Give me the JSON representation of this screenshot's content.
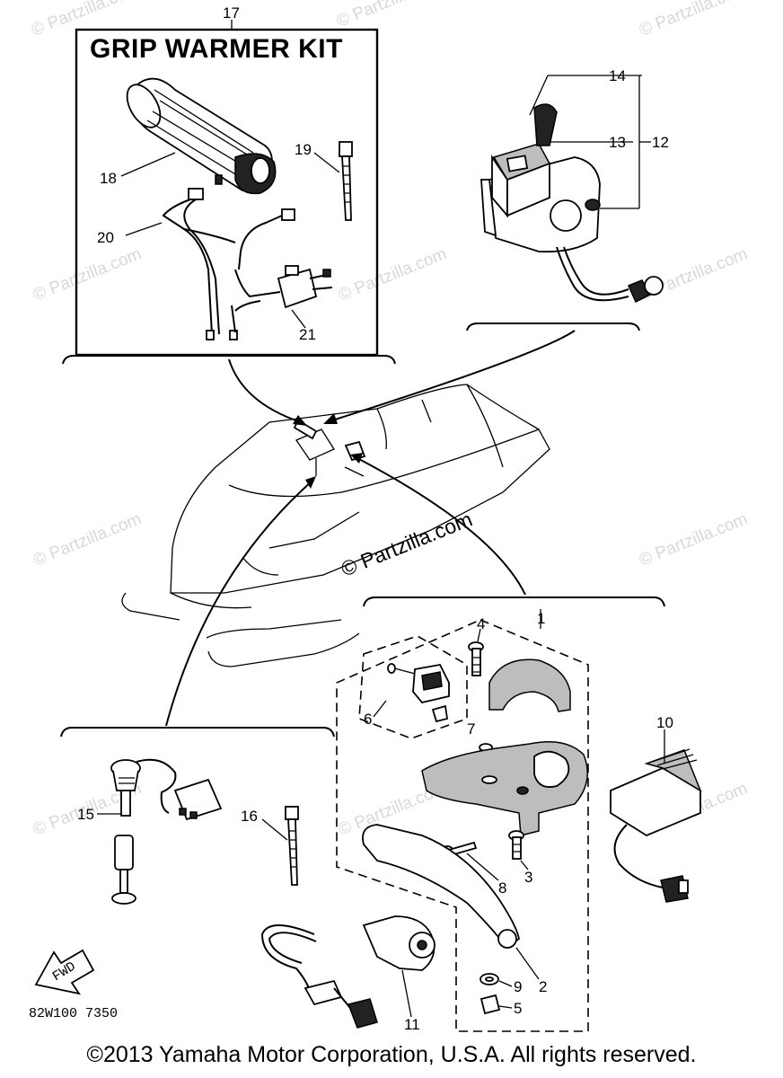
{
  "kit_label": "GRIP WARMER KIT",
  "callouts": {
    "c1": "1",
    "c2": "2",
    "c3": "3",
    "c4": "4",
    "c5": "5",
    "c6": "6",
    "c7": "7",
    "c8": "8",
    "c9": "9",
    "c10": "10",
    "c11": "11",
    "c12": "12",
    "c13": "13",
    "c14": "14",
    "c15": "15",
    "c16": "16",
    "c17": "17",
    "c18": "18",
    "c19": "19",
    "c20": "20",
    "c21": "21"
  },
  "diagram_code": "82W100 7350",
  "front_arrow_label": "FWD",
  "watermark": "© Partzilla.com",
  "copyright": "©2013 Yamaha Motor Corporation, U.S.A. All rights reserved."
}
